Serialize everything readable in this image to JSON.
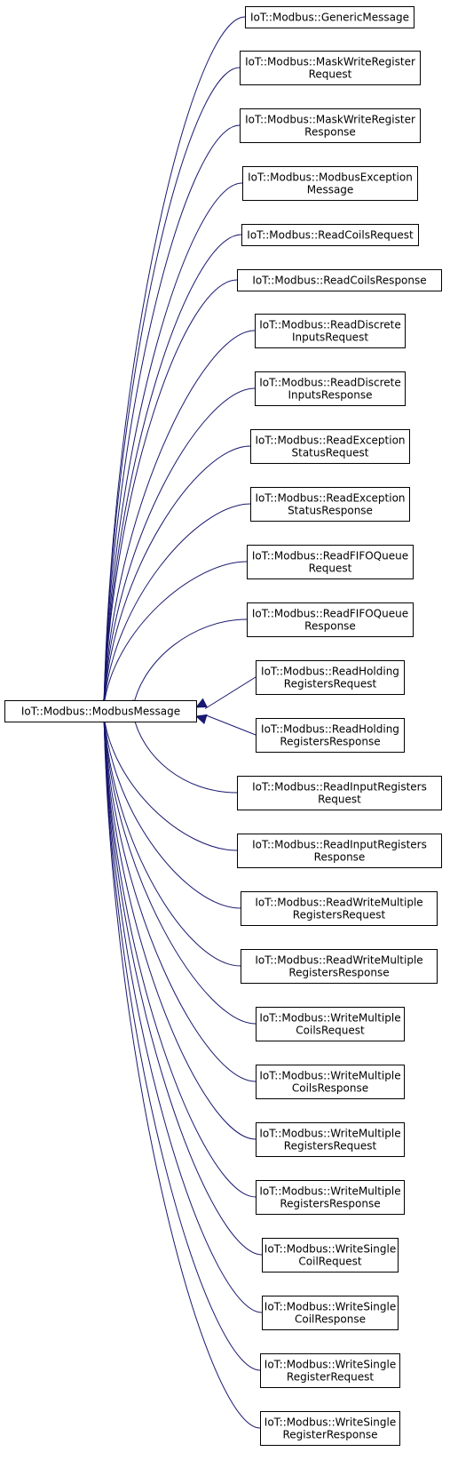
{
  "colors": {
    "edge": "#191970",
    "box_border": "#000000",
    "text": "#000000",
    "background": "#ffffff"
  },
  "base": {
    "id": "base",
    "lines": [
      "IoT::Modbus::ModbusMessage"
    ]
  },
  "derived": [
    {
      "id": "generic-message",
      "lines": [
        "IoT::Modbus::GenericMessage"
      ]
    },
    {
      "id": "mask-write-register-request",
      "lines": [
        "IoT::Modbus::MaskWriteRegister",
        "Request"
      ]
    },
    {
      "id": "mask-write-register-response",
      "lines": [
        "IoT::Modbus::MaskWriteRegister",
        "Response"
      ]
    },
    {
      "id": "modbus-exception-message",
      "lines": [
        "IoT::Modbus::ModbusException",
        "Message"
      ]
    },
    {
      "id": "read-coils-request",
      "lines": [
        "IoT::Modbus::ReadCoilsRequest"
      ]
    },
    {
      "id": "read-coils-response",
      "lines": [
        "IoT::Modbus::ReadCoilsResponse"
      ]
    },
    {
      "id": "read-discrete-inputs-request",
      "lines": [
        "IoT::Modbus::ReadDiscrete",
        "InputsRequest"
      ]
    },
    {
      "id": "read-discrete-inputs-response",
      "lines": [
        "IoT::Modbus::ReadDiscrete",
        "InputsResponse"
      ]
    },
    {
      "id": "read-exception-status-request",
      "lines": [
        "IoT::Modbus::ReadException",
        "StatusRequest"
      ]
    },
    {
      "id": "read-exception-status-response",
      "lines": [
        "IoT::Modbus::ReadException",
        "StatusResponse"
      ]
    },
    {
      "id": "read-fifo-queue-request",
      "lines": [
        "IoT::Modbus::ReadFIFOQueue",
        "Request"
      ]
    },
    {
      "id": "read-fifo-queue-response",
      "lines": [
        "IoT::Modbus::ReadFIFOQueue",
        "Response"
      ]
    },
    {
      "id": "read-holding-registers-request",
      "lines": [
        "IoT::Modbus::ReadHolding",
        "RegistersRequest"
      ]
    },
    {
      "id": "read-holding-registers-response",
      "lines": [
        "IoT::Modbus::ReadHolding",
        "RegistersResponse"
      ]
    },
    {
      "id": "read-input-registers-request",
      "lines": [
        "IoT::Modbus::ReadInputRegisters",
        "Request"
      ]
    },
    {
      "id": "read-input-registers-response",
      "lines": [
        "IoT::Modbus::ReadInputRegisters",
        "Response"
      ]
    },
    {
      "id": "read-write-multiple-registers-request",
      "lines": [
        "IoT::Modbus::ReadWriteMultiple",
        "RegistersRequest"
      ]
    },
    {
      "id": "read-write-multiple-registers-response",
      "lines": [
        "IoT::Modbus::ReadWriteMultiple",
        "RegistersResponse"
      ]
    },
    {
      "id": "write-multiple-coils-request",
      "lines": [
        "IoT::Modbus::WriteMultiple",
        "CoilsRequest"
      ]
    },
    {
      "id": "write-multiple-coils-response",
      "lines": [
        "IoT::Modbus::WriteMultiple",
        "CoilsResponse"
      ]
    },
    {
      "id": "write-multiple-registers-request",
      "lines": [
        "IoT::Modbus::WriteMultiple",
        "RegistersRequest"
      ]
    },
    {
      "id": "write-multiple-registers-response",
      "lines": [
        "IoT::Modbus::WriteMultiple",
        "RegistersResponse"
      ]
    },
    {
      "id": "write-single-coil-request",
      "lines": [
        "IoT::Modbus::WriteSingle",
        "CoilRequest"
      ]
    },
    {
      "id": "write-single-coil-response",
      "lines": [
        "IoT::Modbus::WriteSingle",
        "CoilResponse"
      ]
    },
    {
      "id": "write-single-register-request",
      "lines": [
        "IoT::Modbus::WriteSingle",
        "RegisterRequest"
      ]
    },
    {
      "id": "write-single-register-response",
      "lines": [
        "IoT::Modbus::WriteSingle",
        "RegisterResponse"
      ]
    }
  ]
}
